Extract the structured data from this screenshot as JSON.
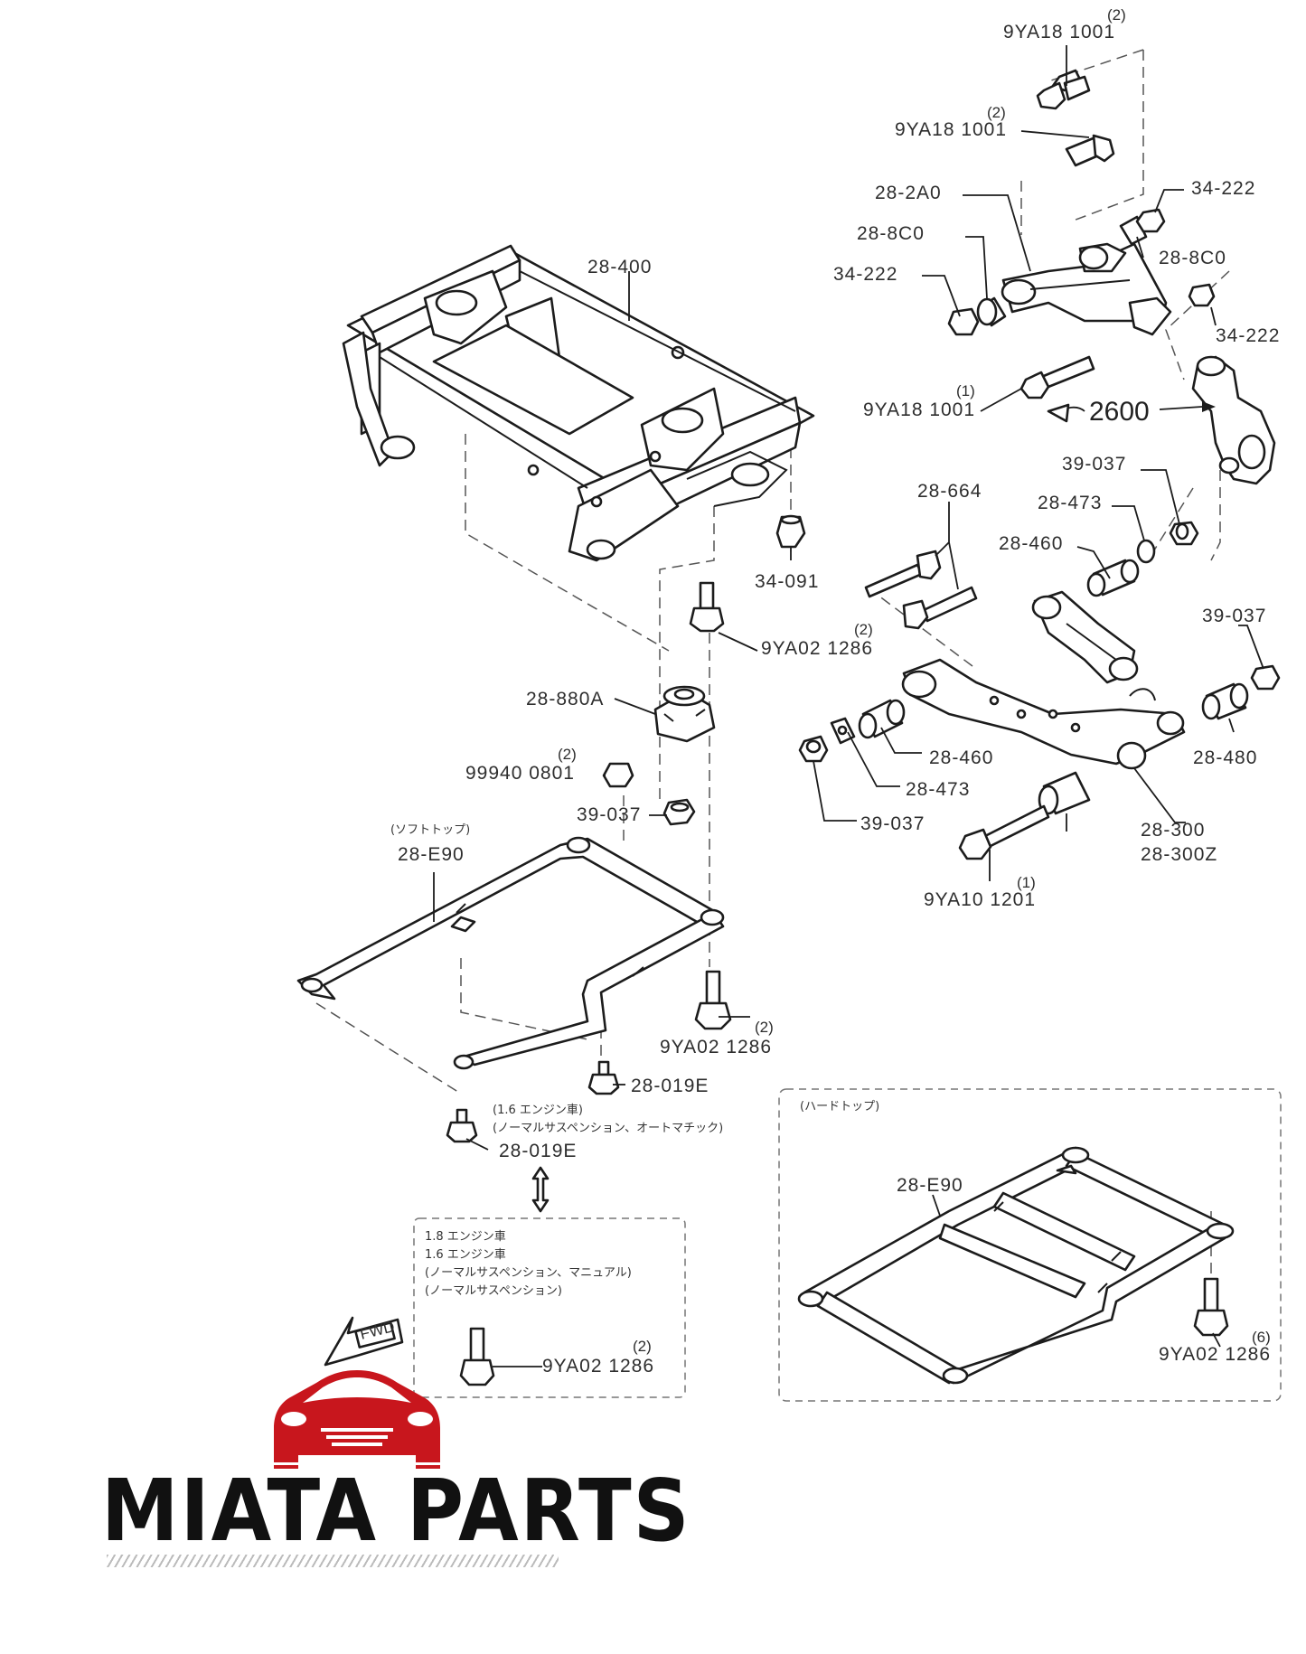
{
  "callouts": {
    "bolt_top_1": "9YA18 1001",
    "bolt_top_1_qty": "(2)",
    "bolt_top_2": "9YA18 1001",
    "bolt_top_2_qty": "(2)",
    "upper_arm": "28-2A0",
    "bushing_upper_l": "28-8C0",
    "bushing_upper_r": "28-8C0",
    "nut_upper_r1": "34-222",
    "nut_upper_l": "34-222",
    "nut_upper_r2": "34-222",
    "bolt_mid": "9YA18 1001",
    "bolt_mid_qty": "(1)",
    "knuckle": "2600",
    "subframe": "28-400",
    "nut_34091": "34-091",
    "bolt_9ya02_a": "9YA02 1286",
    "bolt_9ya02_a_qty": "(2)",
    "mount": "28-880A",
    "nut_99940": "99940 0801",
    "nut_99940_qty": "(2)",
    "nut_39037_a": "39-037",
    "bolt_28664": "28-664",
    "nut_39037_b": "39-037",
    "washer_28473_a": "28-473",
    "bushing_28460_a": "28-460",
    "nut_39037_c": "39-037",
    "bushing_28460_b": "28-460",
    "washer_28473_b": "28-473",
    "nut_39037_d": "39-037",
    "bushing_28480": "28-480",
    "lower_arm_1": "28-300",
    "lower_arm_2": "28-300Z",
    "bolt_9ya10": "9YA10 1201",
    "bolt_9ya10_qty": "(1)",
    "brace_soft": "28-E90",
    "brace_soft_note": "(ソフトトップ)",
    "bolt_9ya02_b": "9YA02 1286",
    "bolt_9ya02_b_qty": "(2)",
    "bolt_28019e_a": "28-019E",
    "bolt_28019e_b": "28-019E",
    "note_lhd_1": "(1.6 エンジン車)",
    "note_lhd_2": "(ノーマルサスペンション、オートマチック)",
    "box_note_1": "1.8 エンジン車",
    "box_note_2": "1.6 エンジン車",
    "box_note_3": "(ノーマルサスペンション、マニュアル)",
    "box_note_4": "(ノーマルサスペンション)",
    "bolt_9ya02_c": "9YA02 1286",
    "bolt_9ya02_c_qty": "(2)",
    "brace_hard_note": "(ハードトップ)",
    "brace_hard": "28-E90",
    "bolt_9ya02_d": "9YA02 1286",
    "bolt_9ya02_d_qty": "(6)",
    "fwd_label": "FWD"
  },
  "logo": {
    "text": "MIATA PARTS",
    "color": "#c8161d"
  }
}
